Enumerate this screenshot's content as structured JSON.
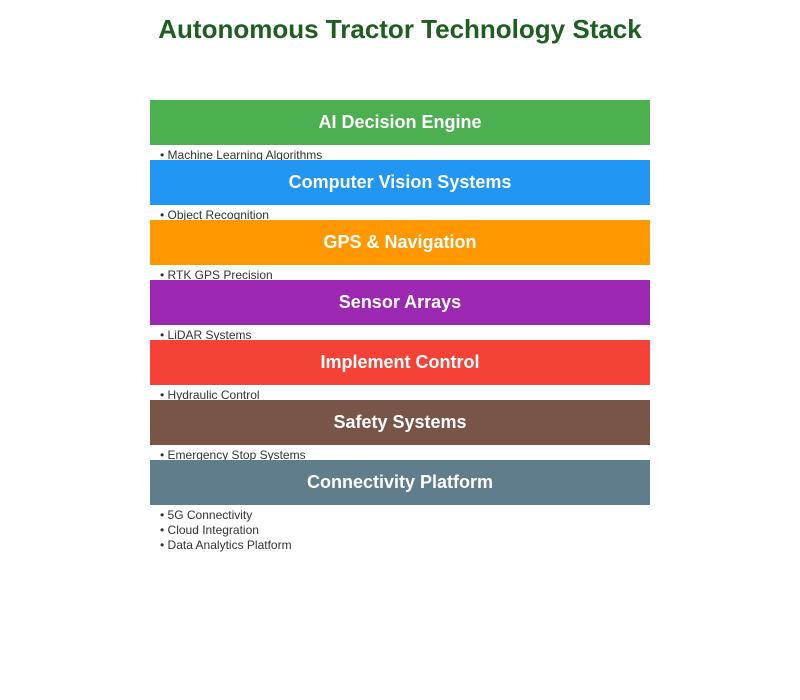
{
  "title": "Autonomous Tractor Technology Stack",
  "layers": [
    {
      "name": "AI Decision Engine",
      "color": "#4caf50",
      "items": [
        "Machine Learning Algorithms"
      ]
    },
    {
      "name": "Computer Vision Systems",
      "color": "#2196f3",
      "items": [
        "Object Recognition"
      ]
    },
    {
      "name": "GPS & Navigation",
      "color": "#ff9800",
      "items": [
        "RTK GPS Precision"
      ]
    },
    {
      "name": "Sensor Arrays",
      "color": "#9c27b0",
      "items": [
        "LiDAR Systems"
      ]
    },
    {
      "name": "Implement Control",
      "color": "#f44336",
      "items": [
        "Hydraulic Control"
      ]
    },
    {
      "name": "Safety Systems",
      "color": "#795548",
      "items": [
        "Emergency Stop Systems"
      ]
    },
    {
      "name": "Connectivity Platform",
      "color": "#607d8b",
      "items": [
        "5G Connectivity",
        "Cloud Integration",
        "Data Analytics Platform"
      ]
    }
  ]
}
